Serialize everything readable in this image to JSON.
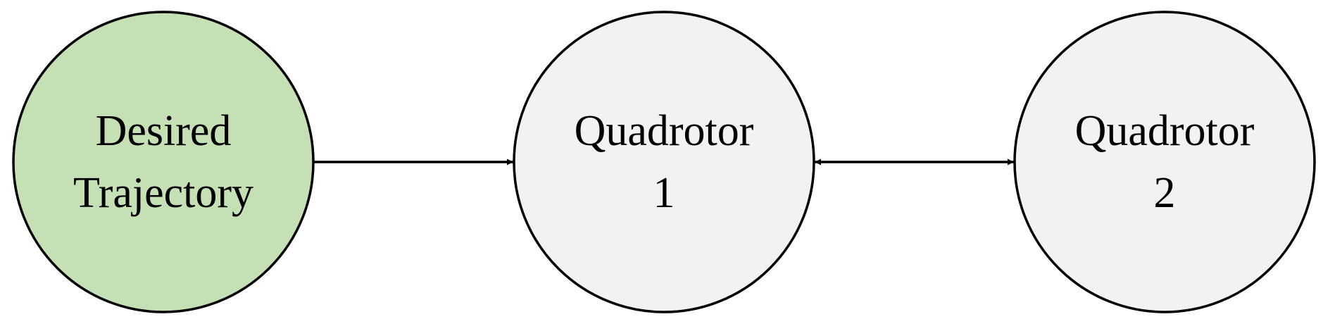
{
  "colors": {
    "start_fill": "#c5e0b4",
    "node_fill": "#f2f2f2",
    "stroke": "#000000"
  },
  "nodes": [
    {
      "line1": "Desired",
      "line2": "Trajectory"
    },
    {
      "line1": "Quadrotor",
      "line2": "1"
    },
    {
      "line1": "Quadrotor",
      "line2": "2"
    }
  ],
  "edges": [
    {
      "from": 0,
      "to": 1,
      "direction": "forward"
    },
    {
      "from": 1,
      "to": 2,
      "direction": "both"
    }
  ]
}
